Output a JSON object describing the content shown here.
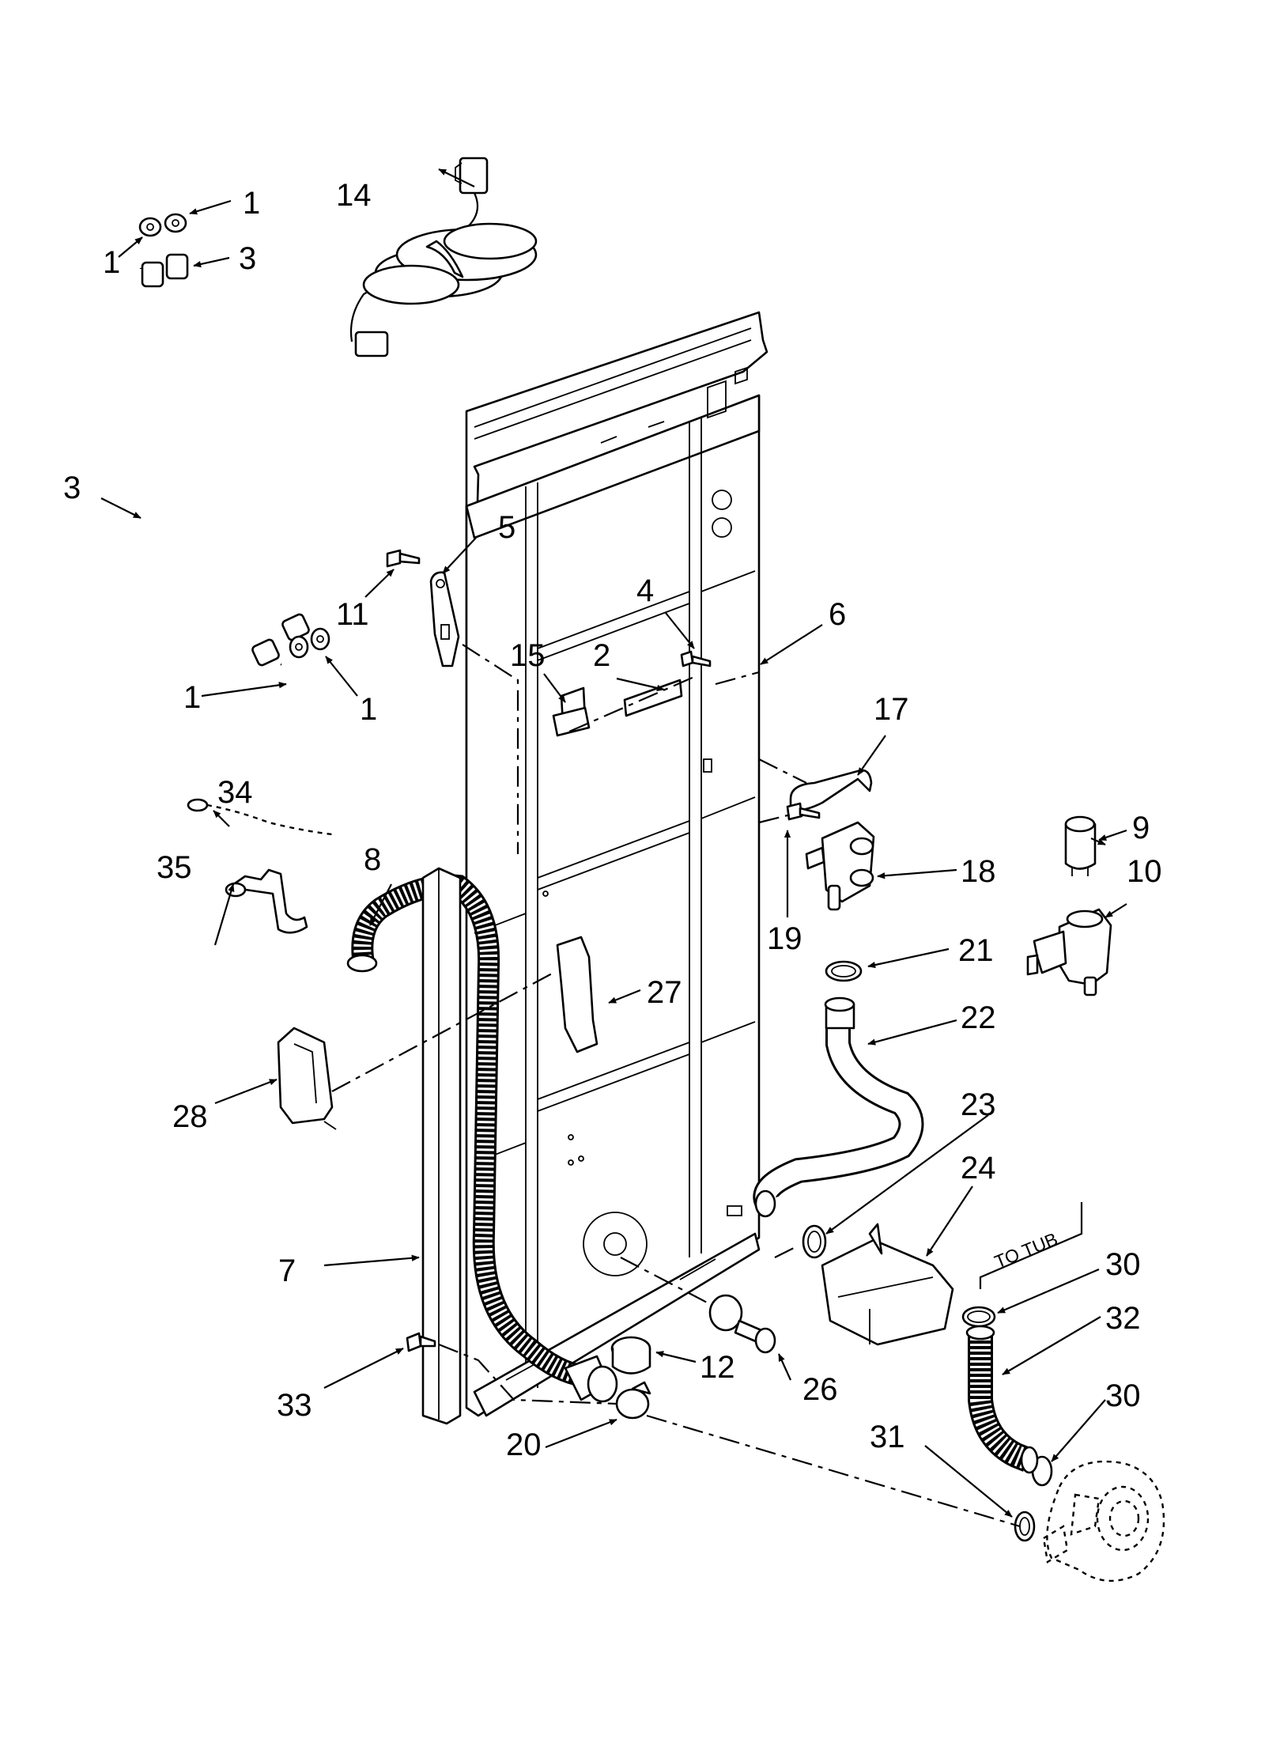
{
  "callouts": {
    "c1a": "1",
    "c1b": "1",
    "c1c": "1",
    "c1d": "1",
    "c2": "2",
    "c3a": "3",
    "c3b": "3",
    "c4": "4",
    "c5": "5",
    "c6": "6",
    "c7": "7",
    "c8": "8",
    "c9": "9",
    "c10": "10",
    "c11": "11",
    "c12": "12",
    "c14": "14",
    "c15": "15",
    "c17": "17",
    "c18": "18",
    "c19": "19",
    "c20": "20",
    "c21": "21",
    "c22": "22",
    "c23": "23",
    "c24": "24",
    "c26": "26",
    "c27": "27",
    "c28": "28",
    "c30a": "30",
    "c30b": "30",
    "c31": "31",
    "c32": "32",
    "c33": "33",
    "c34": "34",
    "c35": "35"
  },
  "annotations": {
    "to_tub": "TO TUB"
  }
}
